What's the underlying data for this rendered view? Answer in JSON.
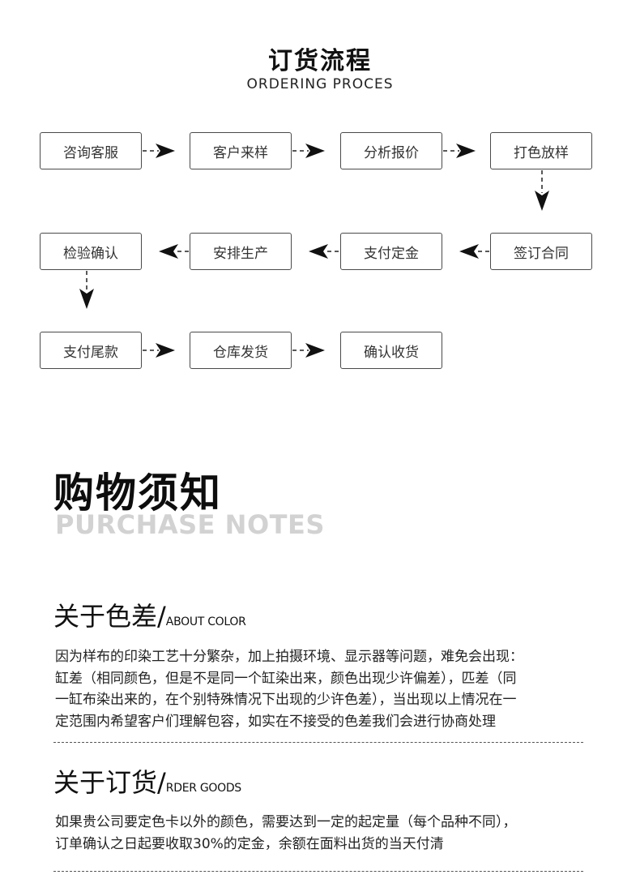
{
  "ordering": {
    "title": "订货流程",
    "subtitle": "ORDERING PROCES",
    "steps": [
      "咨询客服",
      "客户来样",
      "分析报价",
      "打色放样",
      "签订合同",
      "支付定金",
      "安排生产",
      "检验确认",
      "支付尾款",
      "仓库发货",
      "确认收货"
    ]
  },
  "purchase_notes": {
    "title": "购物须知",
    "subtitle": "PURCHASE NOTES",
    "sections": [
      {
        "heading_zh": "关于色差",
        "heading_en": "ABOUT COLOR",
        "lines": [
          "因为样布的印染工艺十分繁杂，加上拍摄环境、显示器等问题，难免会出现：",
          "缸差（相同颜色，但是不是同一个缸染出来，颜色出现少许偏差），匹差（同",
          "一缸布染出来的，在个别特殊情况下出现的少许色差），当出现以上情况在一",
          "定范围内希望客户们理解包容，如实在不接受的色差我们会进行协商处理"
        ]
      },
      {
        "heading_zh": "关于订货",
        "heading_en": "RDER GOODS",
        "lines": [
          "如果贵公司要定色卡以外的颜色，需要达到一定的起定量（每个品种不同），",
          "订单确认之日起要收取30%的定金，余额在面料出货的当天付清"
        ]
      }
    ]
  }
}
